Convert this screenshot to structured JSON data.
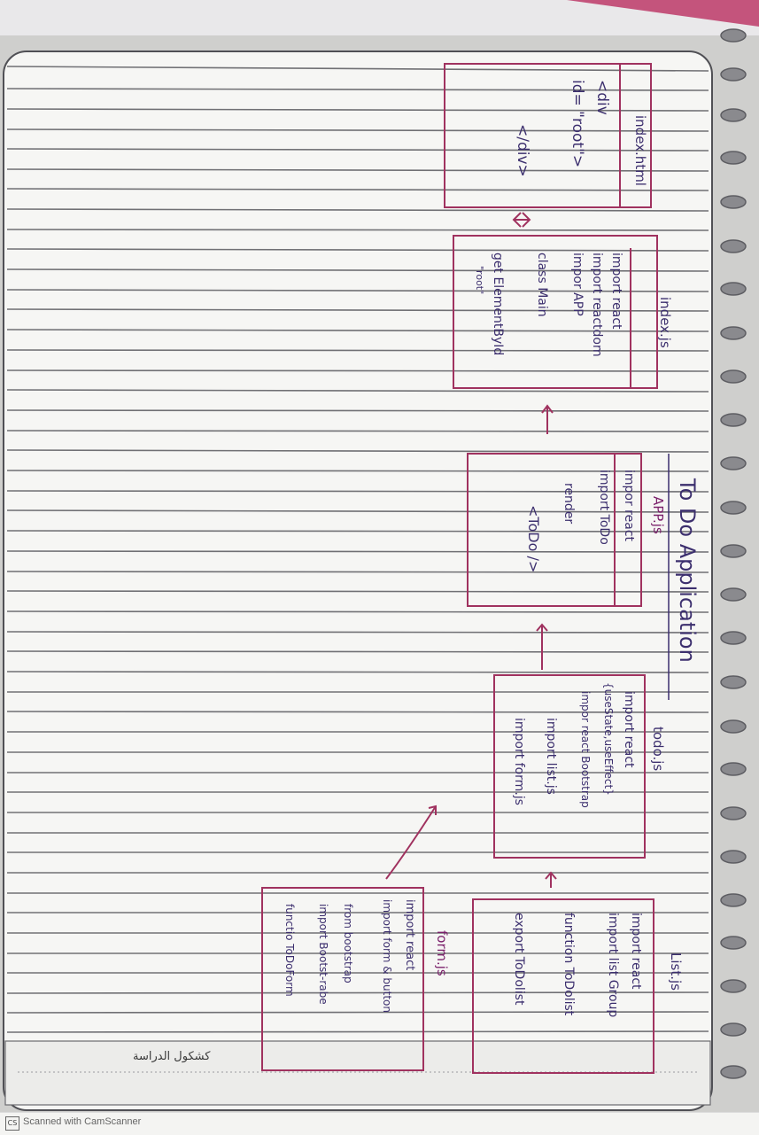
{
  "page": {
    "title": "To Do Application",
    "paper_brand": "كشكول الدراسة",
    "scanner_credit": "Scanned with CamScanner",
    "scanner_logo": "CS"
  },
  "boxes": {
    "index_html": {
      "label": "index.html",
      "lines": [
        "<div",
        "id= \"root\">",
        "</div>"
      ]
    },
    "index_js": {
      "label": "index.js",
      "lines": [
        "import react",
        "import reactdom",
        "impor APP",
        "class Main",
        "get ElementById",
        "\"root\""
      ]
    },
    "app_js": {
      "label": "APP.js",
      "lines": [
        "impor react",
        "import ToDo",
        "render",
        "<ToDo />"
      ]
    },
    "todo_js": {
      "label": "todo.js",
      "lines": [
        "import react",
        "{useState,useEffect}",
        "impor react Bootstrap",
        "import list.js",
        "import form.js"
      ]
    },
    "list_js": {
      "label": "List.js",
      "lines": [
        "import react",
        "import list Group",
        "function ToDolist",
        "export ToDolist"
      ]
    },
    "form_js": {
      "label": "form.js",
      "lines": [
        "import react",
        "import form & button",
        "from bootstrap",
        "import Bootst-rabe",
        "functio ToDoForm"
      ]
    }
  },
  "colors": {
    "paper": "#f6f6f4",
    "rule_line": "#6f6f73",
    "box_ink": "#a0325f",
    "pen_ink": "#3c2f6e"
  }
}
